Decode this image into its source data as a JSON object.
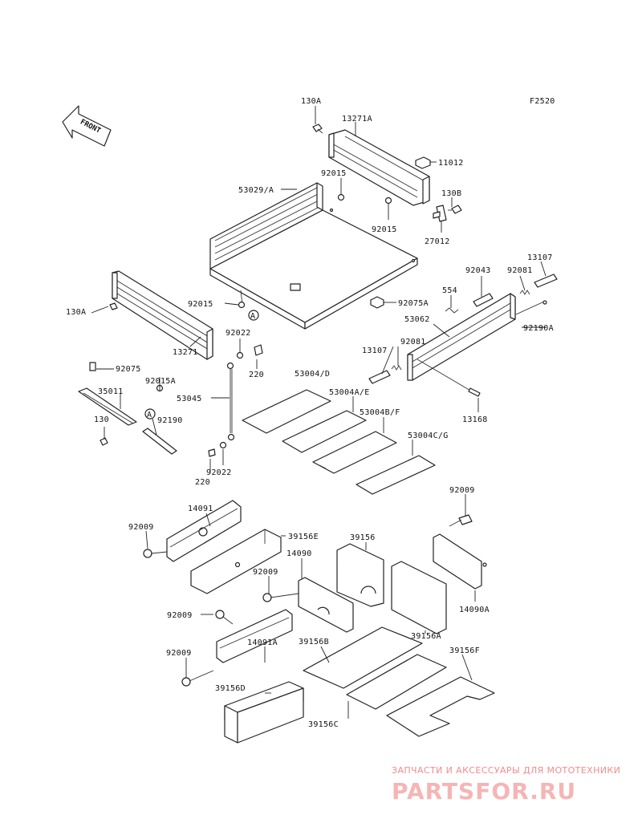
{
  "figure_code": "F2520",
  "front_label": "FRONT",
  "ref_marker": "A",
  "watermark": {
    "subtitle": "ЗАПЧАСТИ И АКСЕССУАРЫ ДЛЯ МОТОТЕХНИКИ",
    "brand": "PARTSFOR.RU",
    "color": "#f6b5b5"
  },
  "labels": {
    "p130A_top": "130A",
    "p13271A": "13271A",
    "p11012": "11012",
    "p92015_a": "92015",
    "p53029A": "53029/A",
    "p130B": "130B",
    "p92015_b": "92015",
    "p27012": "27012",
    "p13107_r": "13107",
    "p92043": "92043",
    "p92081_r": "92081",
    "p554": "554",
    "p92015_c": "92015",
    "p92075A": "92075A",
    "p130A_left": "130A",
    "p53062": "53062",
    "p92190A": "92190A",
    "p92022_a": "92022",
    "p13107_m": "13107",
    "p92081_m": "92081",
    "p13271": "13271",
    "p220_a": "220",
    "p92075": "92075",
    "p53004D": "53004/D",
    "p92015A": "92015A",
    "p35011": "35011",
    "p53004AE": "53004A/E",
    "p53045": "53045",
    "p53004BF": "53004B/F",
    "p13168": "13168",
    "p130": "130",
    "p92190": "92190",
    "p53004CG": "53004C/G",
    "p92022_b": "92022",
    "p220_b": "220",
    "p92009_r": "92009",
    "p14091": "14091",
    "p92009_l": "92009",
    "p39156E": "39156E",
    "p39156": "39156",
    "p14090": "14090",
    "p92009_m": "92009",
    "p14090A": "14090A",
    "p92009_ll": "92009",
    "p39156A": "39156A",
    "p14091A": "14091A",
    "p39156B": "39156B",
    "p92009_b": "92009",
    "p39156F": "39156F",
    "p39156D": "39156D",
    "p39156C": "39156C"
  }
}
